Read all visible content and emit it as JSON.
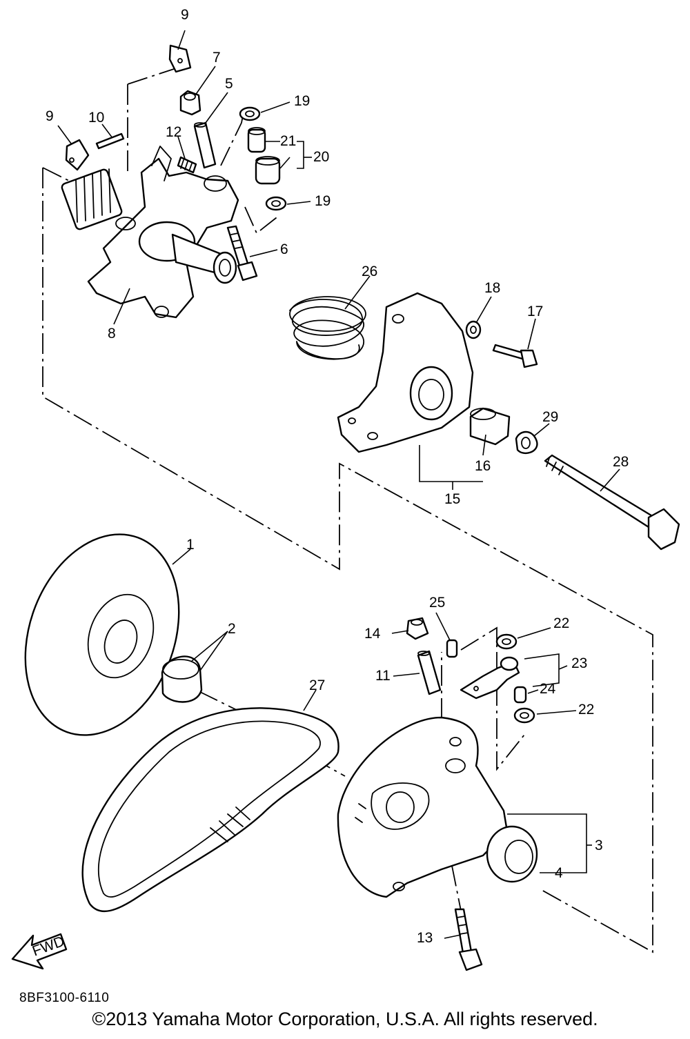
{
  "diagram": {
    "part_numbers": {
      "p1": "1",
      "p2": "2",
      "p3": "3",
      "p4": "4",
      "p5": "5",
      "p6": "6",
      "p7": "7",
      "p8": "8",
      "p9a": "9",
      "p9b": "9",
      "p10": "10",
      "p11": "11",
      "p12": "12",
      "p13": "13",
      "p14": "14",
      "p15": "15",
      "p16": "16",
      "p17": "17",
      "p18": "18",
      "p19a": "19",
      "p19b": "19",
      "p20": "20",
      "p21": "21",
      "p22a": "22",
      "p22b": "22",
      "p23": "23",
      "p24": "24",
      "p25": "25",
      "p26": "26",
      "p27": "27",
      "p28": "28",
      "p29": "29"
    },
    "direction_arrow": "FWD",
    "diagram_code": "8BF3100-6110",
    "copyright": "©2013 Yamaha Motor Corporation, U.S.A. All rights reserved."
  }
}
